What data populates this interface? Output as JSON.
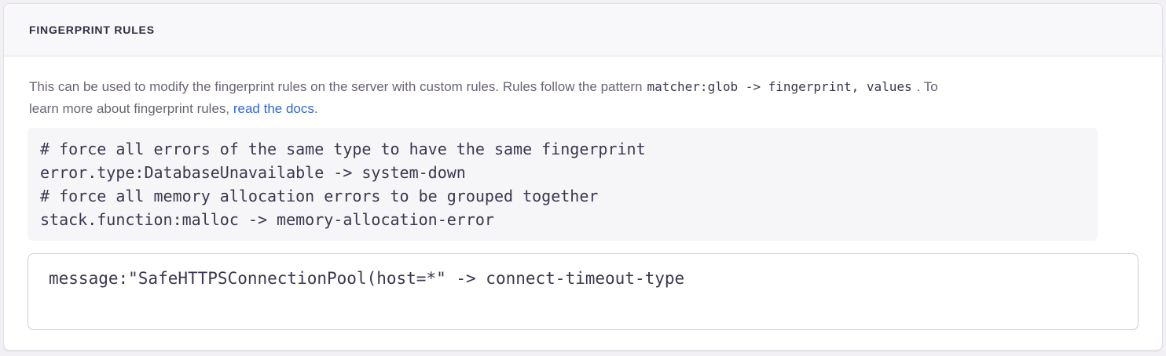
{
  "panel": {
    "title": "FINGERPRINT RULES",
    "description": {
      "line1_before_code": "This can be used to modify the fingerprint rules on the server with custom rules. Rules follow the pattern",
      "pattern_code": "matcher:glob -> fingerprint, values",
      "line1_after_code": ". To",
      "line2_text": "learn more about fingerprint rules, ",
      "link_label": "read the docs",
      "line2_after_link": "."
    },
    "example": {
      "lines": [
        "# force all errors of the same type to have the same fingerprint",
        "error.type:DatabaseUnavailable -> system-down",
        "# force all memory allocation errors to be grouped together",
        "stack.function:malloc -> memory-allocation-error"
      ]
    },
    "editor": {
      "value": "message:\"SafeHTTPSConnectionPool(host=*\" -> connect-timeout-type"
    }
  },
  "colors": {
    "page_background": "#f2f0f5",
    "panel_border": "#e2dee6",
    "header_background": "#f8f7fa",
    "heading_text": "#332c41",
    "body_text": "#6b6474",
    "code_text": "#3d364e",
    "code_block_background": "#f6f6f8",
    "link_blue": "#3166d4",
    "textarea_border": "#d0cad9"
  }
}
